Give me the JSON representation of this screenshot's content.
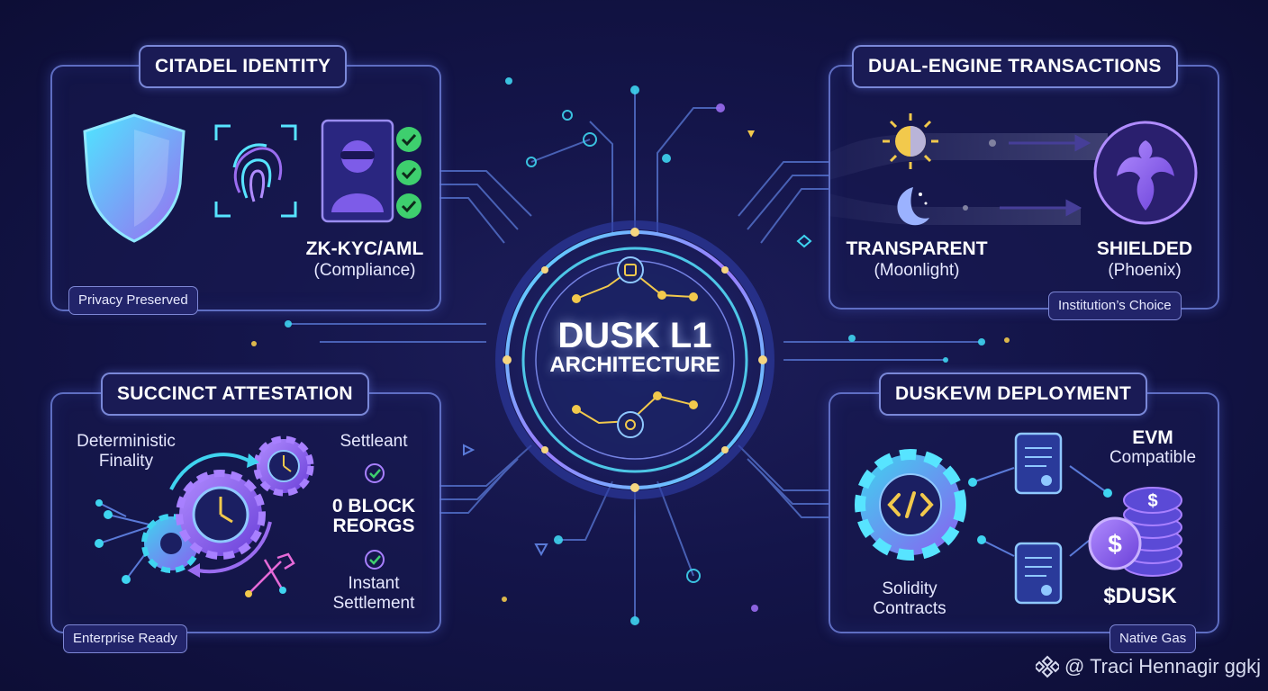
{
  "center": {
    "title": "DUSK L1",
    "subtitle": "ARCHITECTURE"
  },
  "panels": {
    "identity": {
      "title": "CITADEL IDENTITY",
      "label_line1": "ZK-KYC/AML",
      "label_line2": "(Compliance)",
      "tag": "Privacy Preserved"
    },
    "transactions": {
      "title": "DUAL-ENGINE TRANSACTIONS",
      "left_line1": "TRANSPARENT",
      "left_line2": "(Moonlight)",
      "right_line1": "SHIELDED",
      "right_line2": "(Phoenix)",
      "tag": "Institution’s Choice"
    },
    "attestation": {
      "title": "SUCCINCT ATTESTATION",
      "finality_line1": "Deterministic",
      "finality_line2": "Finality",
      "settleant": "Settleant",
      "reorg_line1": "0 BLOCK",
      "reorg_line2": "REORGS",
      "instant_line1": "Instant",
      "instant_line2": "Settlement",
      "tag": "Enterprise Ready"
    },
    "deployment": {
      "title": "DUSKEVM DEPLOYMENT",
      "evm_line1": "EVM",
      "evm_line2": "Compatible",
      "solidity_line1": "Solidity",
      "solidity_line2": "Contracts",
      "token": "$DUSK",
      "tag": "Native Gas"
    }
  },
  "watermark": "@ Traci Hennagir ggkj",
  "icons": [
    "shield-icon",
    "fingerprint-icon",
    "masked-user-icon",
    "check-icon",
    "sun-icon",
    "moon-icon",
    "phoenix-icon",
    "gear-icon",
    "clock-icon",
    "code-icon",
    "document-icon",
    "coin-stack-icon",
    "binance-logo-icon"
  ],
  "colors": {
    "background": "#14154a",
    "accent_cyan": "#3fd4f0",
    "accent_purple": "#9a6cf0",
    "accent_gold": "#f2c94c",
    "check_green": "#3ecf6e",
    "panel_border": "#7a8ceb"
  }
}
